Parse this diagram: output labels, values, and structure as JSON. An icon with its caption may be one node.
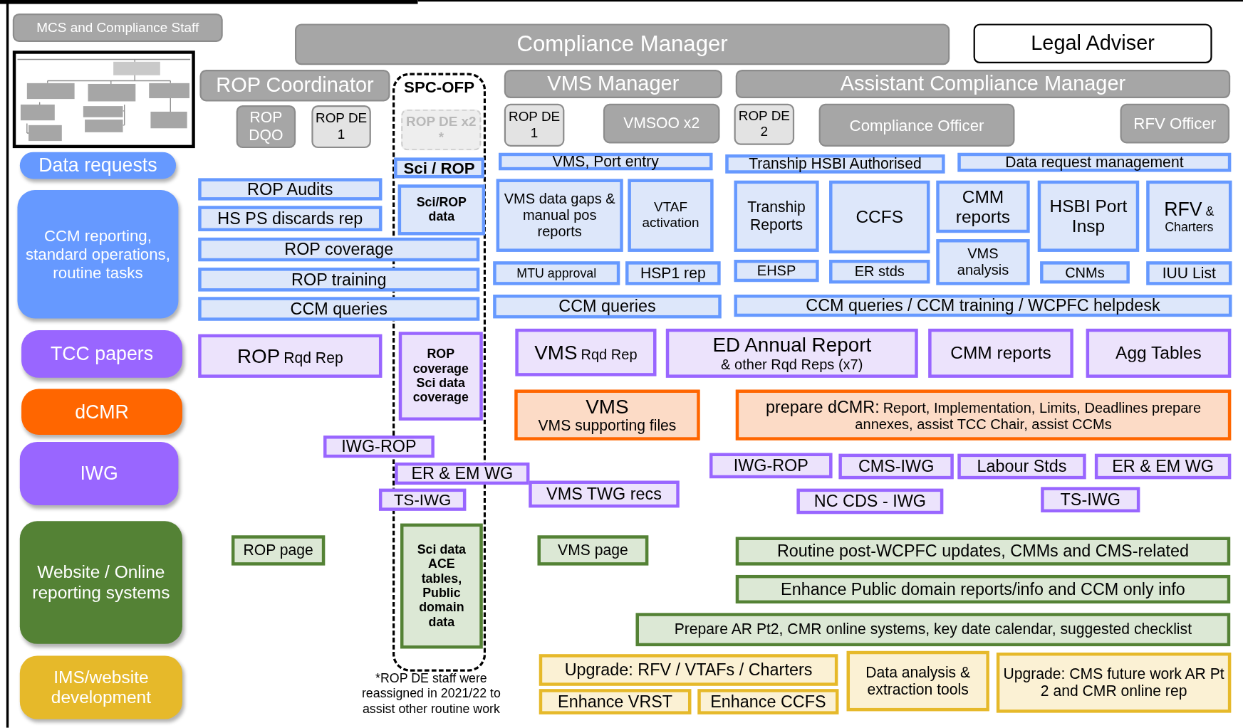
{
  "diagram": {
    "nodes": [
      {
        "text": [
          "MCS and Compliance Staff"
        ]
      },
      {
        "text": [
          "Compliance Manager"
        ]
      },
      {
        "text": [
          "Legal Adviser"
        ]
      },
      {
        "text": [
          "ROP Coordinator"
        ]
      },
      {
        "text": [
          "SPC-OFP"
        ]
      },
      {
        "text": [
          "ROP DQO"
        ]
      },
      {
        "text": [
          "ROP DE 1"
        ]
      },
      {
        "text": [
          "ROP DE x2 *"
        ],
        "in": 4
      },
      {
        "text": [
          "VMS Manager"
        ]
      },
      {
        "text": [
          "Assistant Compliance Manager"
        ]
      },
      {
        "text": [
          "ROP DE 1"
        ]
      },
      {
        "text": [
          "VMSOO x2"
        ]
      },
      {
        "text": [
          "ROP DE 2"
        ]
      },
      {
        "text": [
          "Compliance Officer"
        ]
      },
      {
        "text": [
          "RFV Officer"
        ]
      },
      {
        "text": [
          "Data requests"
        ]
      },
      {
        "text": [
          "CCM reporting, standard operations, routine tasks"
        ]
      },
      {
        "text": [
          "TCC papers"
        ]
      },
      {
        "text": [
          "dCMR"
        ]
      },
      {
        "text": [
          "IWG"
        ]
      },
      {
        "text": [
          "Website / Online reporting systems"
        ]
      },
      {
        "text": [
          "IMS/website development"
        ]
      },
      {
        "text": [
          "Sci / ROP"
        ],
        "in": 4
      },
      {
        "text": [
          "VMS, Port entry"
        ]
      },
      {
        "text": [
          "Tranship HSBI Authorised"
        ]
      },
      {
        "text": [
          "Data request management"
        ]
      },
      {
        "text": [
          "ROP Audits"
        ]
      },
      {
        "text": [
          "Sci/ROP data"
        ],
        "in": 4
      },
      {
        "text": [
          "VMS data gaps & manual pos reports"
        ]
      },
      {
        "text": [
          "VTAF activation"
        ]
      },
      {
        "text": [
          "Tranship Reports"
        ]
      },
      {
        "text": [
          "CCFS"
        ]
      },
      {
        "text": [
          "CMM reports"
        ]
      },
      {
        "text": [
          "HSBI Port Insp"
        ]
      },
      {
        "text": [
          "RFV",
          "& Charters"
        ]
      },
      {
        "text": [
          "HS PS discards rep"
        ]
      },
      {
        "text": [
          "VMS analysis"
        ]
      },
      {
        "text": [
          "ROP coverage"
        ]
      },
      {
        "text": [
          "MTU approval"
        ]
      },
      {
        "text": [
          "HSP1 rep"
        ]
      },
      {
        "text": [
          "EHSP"
        ]
      },
      {
        "text": [
          "ER stds"
        ]
      },
      {
        "text": [
          "CNMs"
        ]
      },
      {
        "text": [
          "IUU List"
        ]
      },
      {
        "text": [
          "ROP training"
        ]
      },
      {
        "text": [
          "CCM queries"
        ]
      },
      {
        "text": [
          "CCM queries"
        ]
      },
      {
        "text": [
          "CCM queries / CCM training / WCPFC helpdesk"
        ]
      },
      {
        "text": [
          "ROP",
          "Rqd Rep"
        ]
      },
      {
        "text": [
          "ROP coverage Sci data coverage"
        ],
        "in": 4
      },
      {
        "text": [
          "VMS",
          "Rqd Rep"
        ]
      },
      {
        "text": [
          "ED Annual Report",
          "& other Rqd Reps (x7)"
        ]
      },
      {
        "text": [
          "CMM reports"
        ]
      },
      {
        "text": [
          "Agg Tables"
        ]
      },
      {
        "text": [
          "VMS",
          "VMS supporting files"
        ]
      },
      {
        "text": [
          "prepare dCMR:",
          "Report, Implementation, Limits, Deadlines prepare annexes, assist TCC Chair, assist CCMs"
        ]
      },
      {
        "text": [
          "IWG-ROP"
        ]
      },
      {
        "text": [
          "ER & EM WG"
        ]
      },
      {
        "text": [
          "IWG-ROP"
        ]
      },
      {
        "text": [
          "CMS-IWG"
        ]
      },
      {
        "text": [
          "Labour Stds"
        ]
      },
      {
        "text": [
          "ER & EM WG"
        ]
      },
      {
        "text": [
          "TS-IWG"
        ]
      },
      {
        "text": [
          "VMS TWG recs"
        ]
      },
      {
        "text": [
          "NC CDS - IWG"
        ]
      },
      {
        "text": [
          "TS-IWG"
        ]
      },
      {
        "text": [
          "ROP page"
        ]
      },
      {
        "text": [
          "Sci data ACE tables, Public domain data"
        ],
        "in": 4
      },
      {
        "text": [
          "VMS page"
        ]
      },
      {
        "text": [
          "Routine post-WCPFC updates, CMMs and CMS-related"
        ]
      },
      {
        "text": [
          "Enhance Public domain reports/info and CCM only info"
        ]
      },
      {
        "text": [
          "Prepare AR Pt2, CMR online systems, key date calendar, suggested checklist"
        ]
      },
      {
        "text": [
          "Upgrade: RFV / VTAFs / Charters"
        ]
      },
      {
        "text": [
          "Data analysis & extraction tools"
        ]
      },
      {
        "text": [
          "Upgrade: CMS future work AR Pt 2 and CMR online rep"
        ]
      },
      {
        "text": [
          "Enhance VRST"
        ]
      },
      {
        "text": [
          "Enhance CCFS"
        ]
      }
    ],
    "labels": [
      "*ROP DE staff were reassigned in 2021/22 to assist other routine work"
    ]
  }
}
